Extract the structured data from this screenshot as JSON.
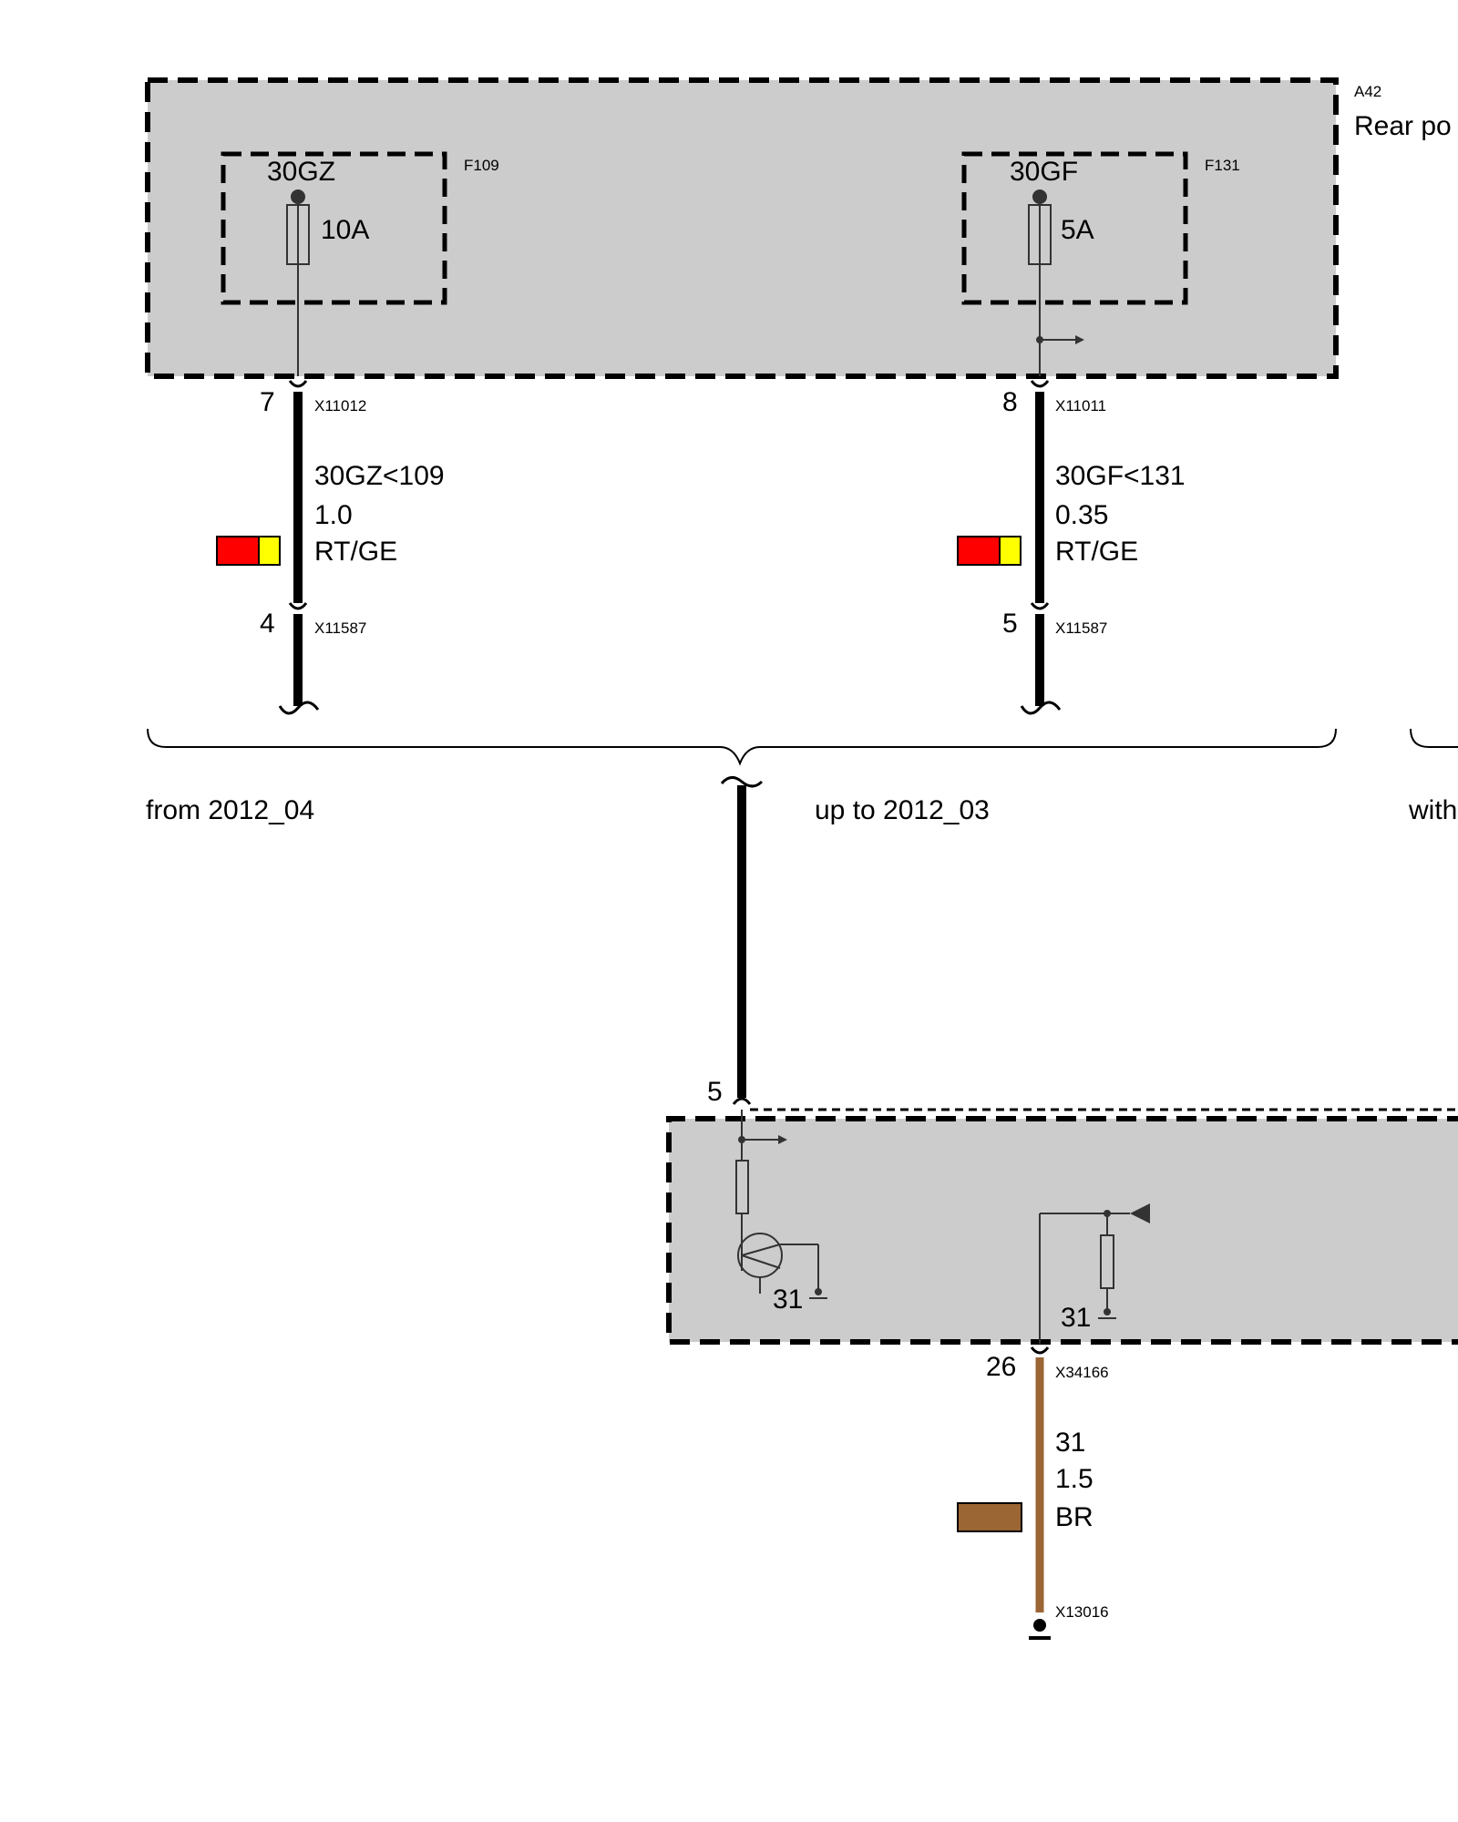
{
  "colors": {
    "module_fill": "#cccccc",
    "wire_black": "#000000",
    "wire_brown": "#9b6534",
    "swatch_red": "#ff0000",
    "swatch_yellow": "#ffff00",
    "swatch_brown": "#9b6534"
  },
  "module_a42": {
    "id": "A42",
    "name": "Rear po"
  },
  "fuse_f109": {
    "id": "F109",
    "terminal": "30GZ",
    "rating": "10A"
  },
  "fuse_f131": {
    "id": "F131",
    "terminal": "30GF",
    "rating": "5A"
  },
  "wire_left": {
    "pin_top": "7",
    "connector_top": "X11012",
    "signal": "30GZ<109",
    "gauge": "1.0",
    "color_code": "RT/GE",
    "pin_bottom": "4",
    "connector_bottom": "X11587"
  },
  "wire_right": {
    "pin_top": "8",
    "connector_top": "X11011",
    "signal": "30GF<131",
    "gauge": "0.35",
    "color_code": "RT/GE",
    "pin_bottom": "5",
    "connector_bottom": "X11587"
  },
  "variants": {
    "left": "from 2012_04",
    "middle": "up to 2012_03",
    "right": "with"
  },
  "lower_module": {
    "pin_in": "5",
    "ground_left": "31",
    "ground_right": "31"
  },
  "wire_ground": {
    "pin": "26",
    "connector_top": "X34166",
    "signal": "31",
    "gauge": "1.5",
    "color_code": "BR",
    "connector_bottom": "X13016"
  }
}
